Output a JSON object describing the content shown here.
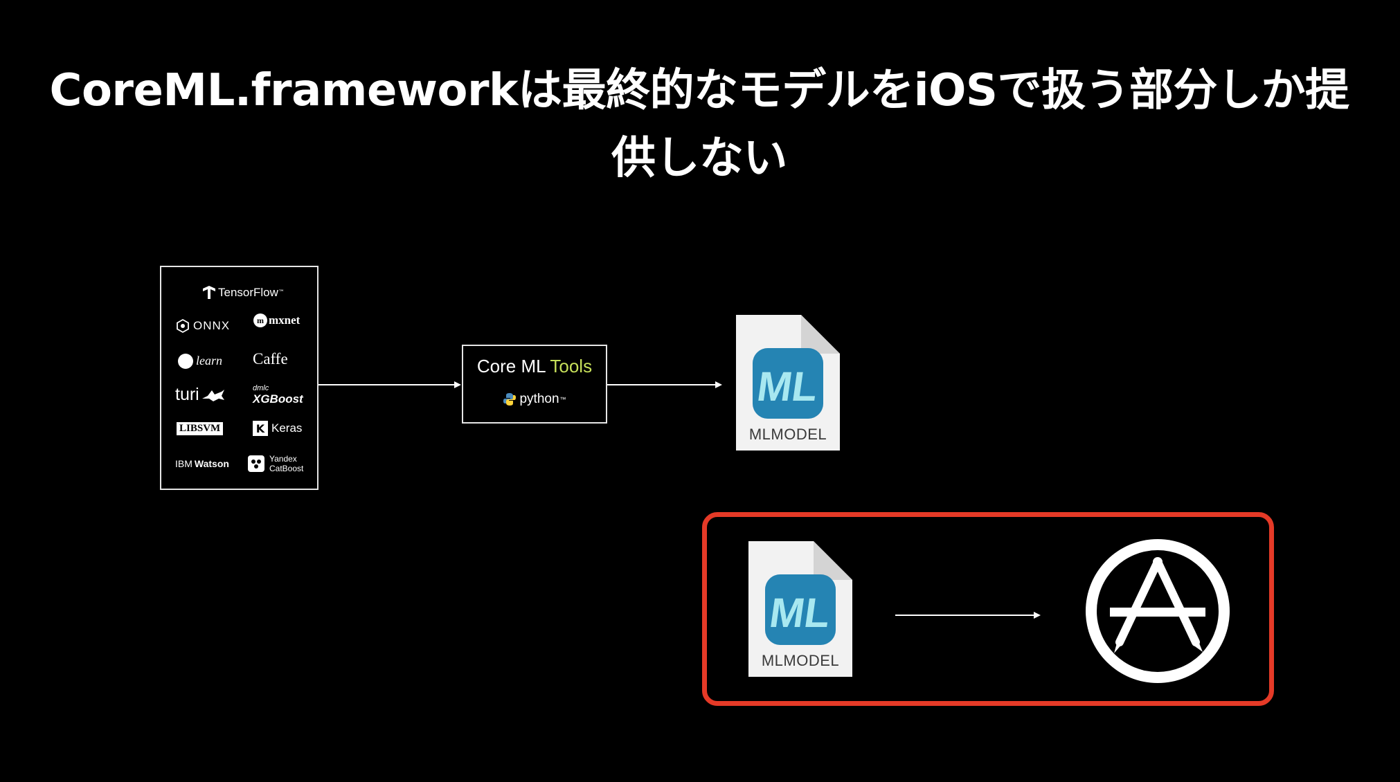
{
  "slide": {
    "title": "CoreML.frameworkは最終的なモデルをiOSで扱う部分しか提供しない"
  },
  "frameworks": {
    "items": [
      {
        "name": "TensorFlow",
        "icon": "tensorflow-logo"
      },
      {
        "name": "ONNX",
        "icon": "onnx-logo"
      },
      {
        "name": "mxnet",
        "icon": "mxnet-logo"
      },
      {
        "name": "learn",
        "icon": "scikit-learn-logo"
      },
      {
        "name": "Caffe",
        "icon": "caffe-logo"
      },
      {
        "name": "turi",
        "icon": "turi-logo"
      },
      {
        "name": "dmlc",
        "icon": "xgboost-logo"
      },
      {
        "name": "XGBoost",
        "icon": "xgboost-logo"
      },
      {
        "name": "LIBSVM",
        "icon": "libsvm-logo"
      },
      {
        "name": "Keras",
        "icon": "keras-logo"
      },
      {
        "name": "IBM",
        "icon": "ibm-watson-logo"
      },
      {
        "name": "Watson",
        "icon": "ibm-watson-logo"
      },
      {
        "name": "Yandex",
        "icon": "catboost-logo"
      },
      {
        "name": "CatBoost",
        "icon": "catboost-logo"
      }
    ]
  },
  "tools": {
    "title_prefix": "Core ML ",
    "title_accent": "Tools",
    "python_label": "python",
    "accent_color": "#c7e05a"
  },
  "model_file": {
    "label": "MLMODEL",
    "icon": "ml-file-icon"
  },
  "highlight": {
    "border_color": "#e53a27",
    "model_label": "MLMODEL",
    "target_icon": "app-store-icon"
  }
}
